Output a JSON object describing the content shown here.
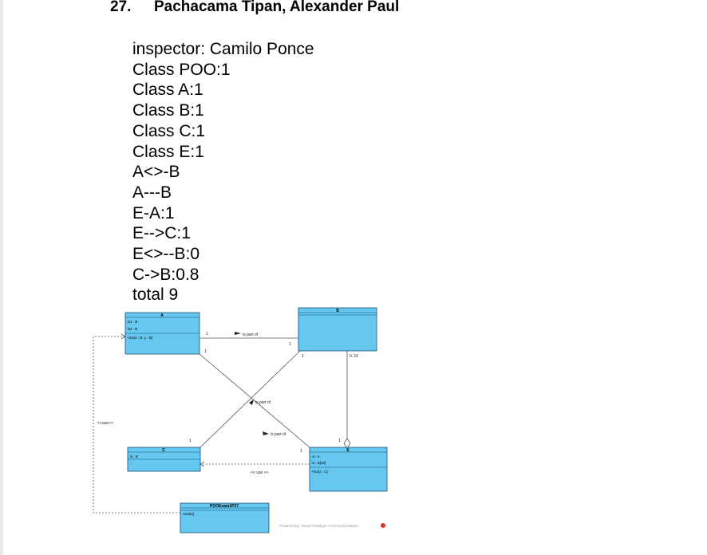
{
  "heading": {
    "number": "27.",
    "name": "Pachacama Tipan, Alexander Paul"
  },
  "grades": [
    "inspector: Camilo Ponce",
    "Class POO:1",
    "Class A:1",
    "Class B:1",
    "Class C:1",
    "Class E:1",
    "A<>-B",
    "A---B",
    "E-A:1",
    "E-->C:1",
    "E<>--B:0",
    "C->B:0.8",
    "total 9"
  ],
  "diagram": {
    "classes": {
      "A": {
        "name": "A",
        "attributes": [
          "-b1 : B",
          "-b2 : B"
        ],
        "operations": [
          "+m1(x : B, y : B)"
        ]
      },
      "B": {
        "name": "B"
      },
      "C": {
        "name": "C",
        "attributes": [
          "-b : B"
        ]
      },
      "E": {
        "name": "E",
        "attributes": [
          "-a : A",
          "-b : B[10]"
        ],
        "operations": [
          "+m2(z : C)"
        ]
      },
      "main": {
        "name": "POOExam1P27",
        "operations": [
          "+main()"
        ]
      }
    },
    "labels": {
      "is_part_of_top": "is part of",
      "is_part_of_center": "is part of",
      "is_part_of_lower": "is part of",
      "use_left": "<<use>>",
      "use_bottom": "<< use >>"
    },
    "multiplicities": {
      "a_top_right": "1",
      "a_below": "1",
      "b_left": "1",
      "b_bottom_left": "1",
      "b_range": "0..10",
      "c_top": "1",
      "e_top": "1",
      "e_diamond": "1"
    },
    "footer": "Powered By: Visual Paradigm Community Edition"
  },
  "colors": {
    "class_fill": "#66c8f0",
    "class_stroke": "#1b4f72",
    "line": "#555555"
  }
}
